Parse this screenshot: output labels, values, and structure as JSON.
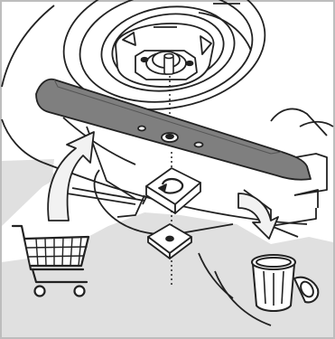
{
  "diagram": {
    "subject": "mower-blade-replacement",
    "parts": [
      "deck-housing",
      "wheel",
      "blade-hub",
      "mounting-bolt",
      "blade",
      "blade-holder",
      "washer",
      "shopping-cart",
      "trash-can"
    ],
    "arrows": {
      "new_blade": "up",
      "old_blade": "down"
    },
    "colors": {
      "blade": "#7f7f7f",
      "background_panel": "#e0e0e0",
      "outline": "#222222",
      "frame_border": "#bdbdbd",
      "arrow_fill": "#f2f2f2"
    }
  }
}
